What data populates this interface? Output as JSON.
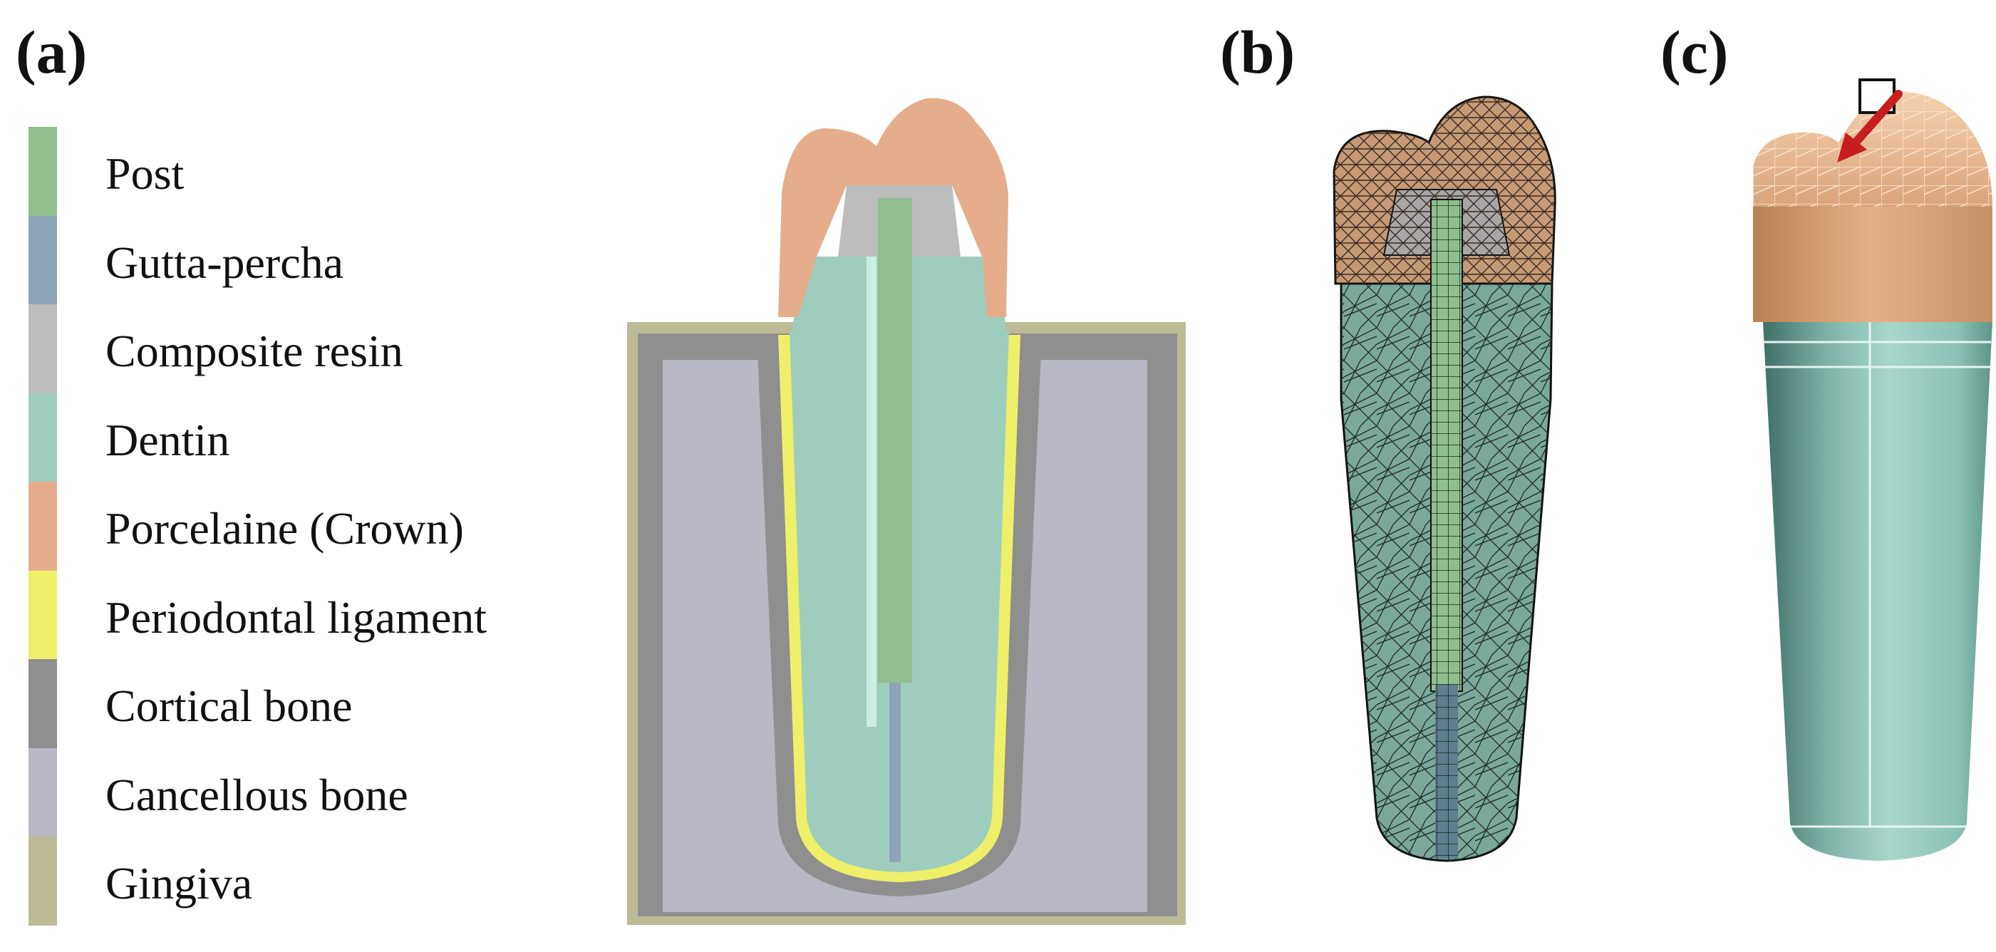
{
  "panels": {
    "a": "(a)",
    "b": "(b)",
    "c": "(c)"
  },
  "legend": [
    {
      "label": "Post",
      "color": "#8fbf8f"
    },
    {
      "label": "Gutta-percha",
      "color": "#8ca4b6"
    },
    {
      "label": "Composite resin",
      "color": "#bdbdbd"
    },
    {
      "label": "Dentin",
      "color": "#9ecdbe"
    },
    {
      "label": "Porcelaine (Crown)",
      "color": "#e6ad8c"
    },
    {
      "label": "Periodontal ligament",
      "color": "#eef06a"
    },
    {
      "label": "Cortical bone",
      "color": "#8f8f8f"
    },
    {
      "label": "Cancellous bone",
      "color": "#b9b9c6"
    },
    {
      "label": "Gingiva",
      "color": "#bdbb96"
    }
  ]
}
